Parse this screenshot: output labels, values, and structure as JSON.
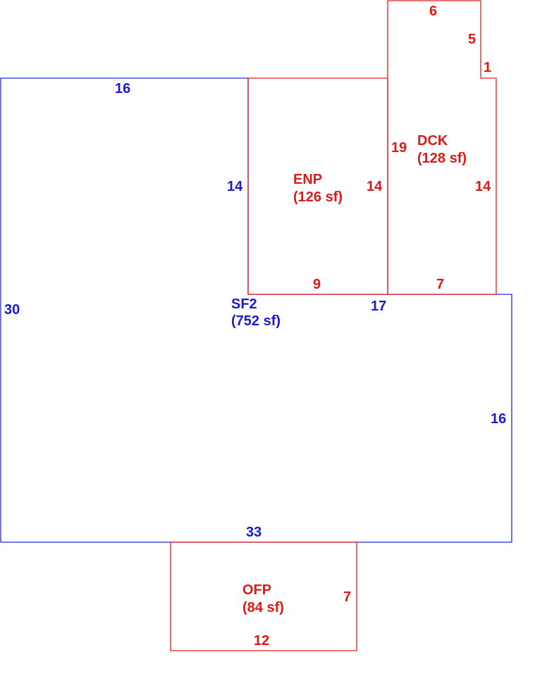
{
  "colors": {
    "living_area": "#1a1ad0",
    "additions": "#e01818"
  },
  "areas": {
    "sf2": {
      "code": "SF2",
      "area": "(752 sf)"
    },
    "enp": {
      "code": "ENP",
      "area": "(126 sf)"
    },
    "dck": {
      "code": "DCK",
      "area": "(128 sf)"
    },
    "ofp": {
      "code": "OFP",
      "area": "(84 sf)"
    }
  },
  "dimensions": {
    "sf2_top": "16",
    "sf2_inner_vertical": "14",
    "sf2_left": "30",
    "sf2_step": "17",
    "sf2_right": "16",
    "sf2_bottom": "33",
    "enp_bottom": "9",
    "enp_right": "14",
    "dck_top": "6",
    "dck_angled": "5",
    "dck_notch": "1",
    "dck_left": "19",
    "dck_right": "14",
    "dck_bottom": "7",
    "ofp_right": "7",
    "ofp_bottom": "12"
  }
}
